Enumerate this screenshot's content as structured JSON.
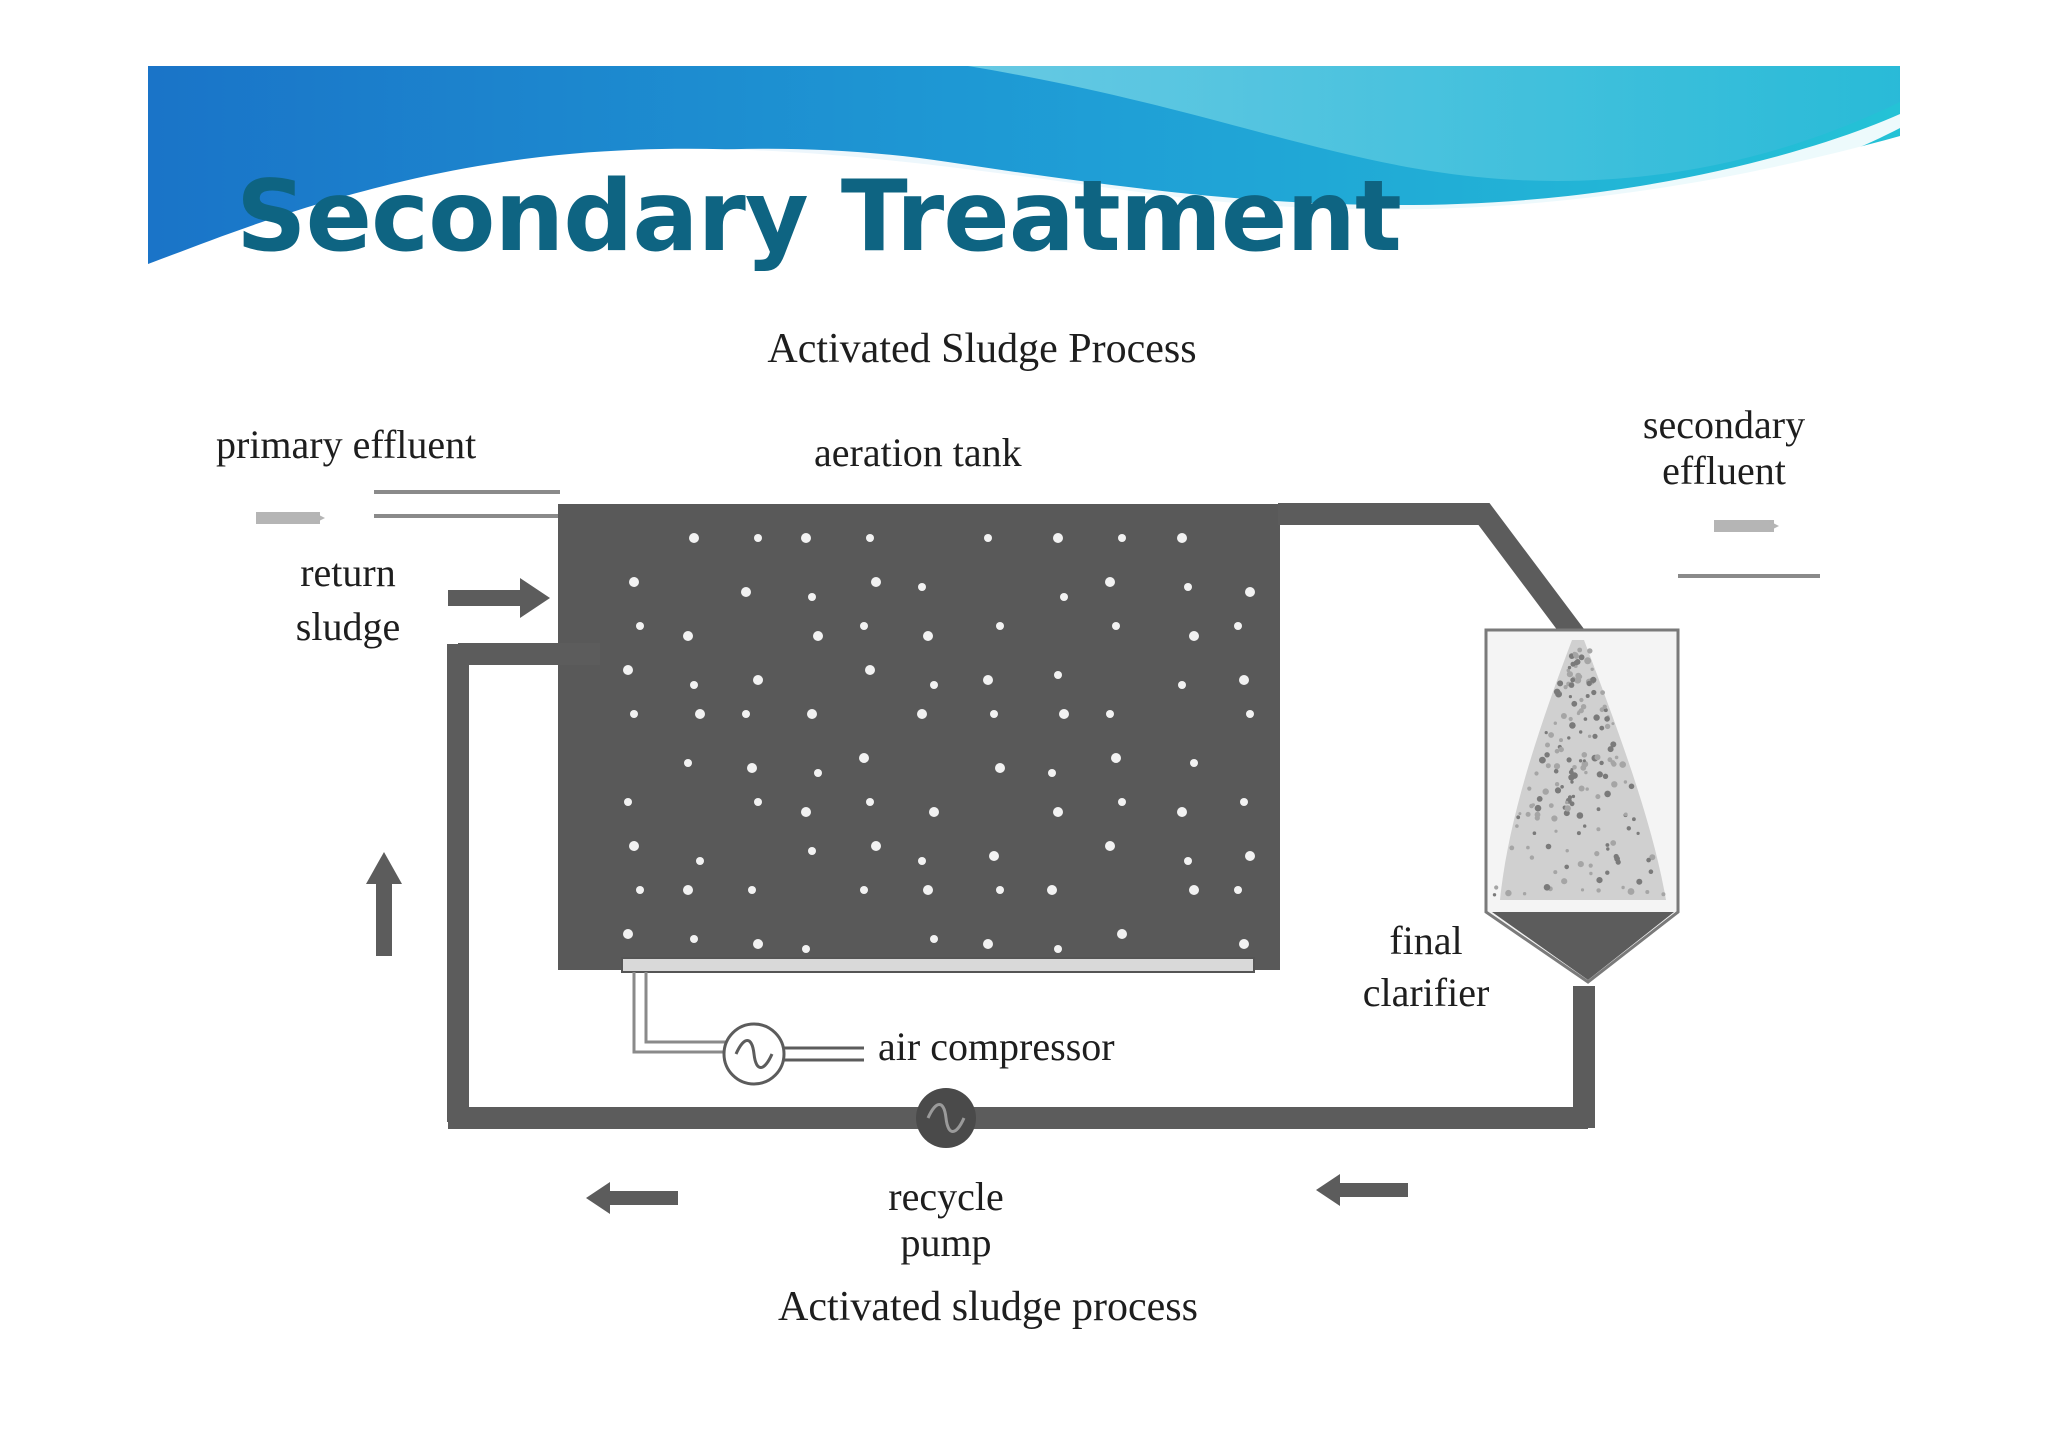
{
  "slide": {
    "title": "Secondary Treatment",
    "accent_color": "#0e6482",
    "banner_colors": [
      "#1a74c8",
      "#24c2d6",
      "#7fd9e8"
    ]
  },
  "diagram": {
    "heading": "Activated Sludge Process",
    "caption": "Activated sludge process",
    "labels": {
      "primary_effluent": "primary effluent",
      "return_line1": "return",
      "return_line2": "sludge",
      "aeration_tank": "aeration tank",
      "secondary_line1": "secondary",
      "secondary_line2": "effluent",
      "final_line1": "final",
      "final_line2": "clarifier",
      "air_compressor": "air compressor",
      "recycle_line1": "recycle",
      "recycle_line2": "pump"
    },
    "icons": {
      "aeration_tank": "aeration-tank-icon",
      "clarifier": "final-clarifier-icon",
      "air_compressor": "air-compressor-icon",
      "recycle_pump": "recycle-pump-icon",
      "flow_arrow": "flow-arrow-icon"
    },
    "colors": {
      "tank": "#595959",
      "pipe": "#5c5c5c",
      "arrow_light": "#b5b5b5"
    }
  }
}
